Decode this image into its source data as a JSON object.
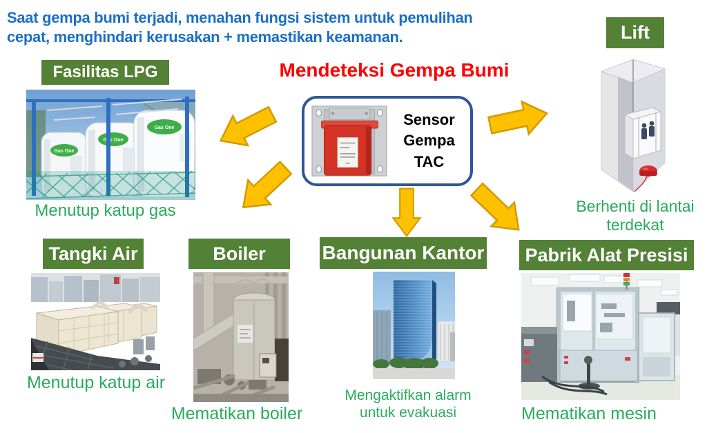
{
  "header": {
    "line1": "Saat gempa bumi terjadi, menahan fungsi sistem untuk pemulihan",
    "line2": "cepat, menghindari kerusakan + memastikan keamanan."
  },
  "title": "Mendeteksi Gempa Bumi",
  "sensor": {
    "line1": "Sensor",
    "line2": "Gempa",
    "line3": "TAC"
  },
  "facilities": {
    "lpg": {
      "label": "Fasilitas LPG",
      "caption": "Menutup katup gas"
    },
    "lift": {
      "label": "Lift",
      "caption_line1": "Berhenti di lantai",
      "caption_line2": "terdekat"
    },
    "tangki": {
      "label": "Tangki Air",
      "caption": "Menutup katup air"
    },
    "boiler": {
      "label": "Boiler",
      "caption": "Mematikan boiler"
    },
    "kantor": {
      "label": "Bangunan Kantor",
      "caption_line1": "Mengaktifkan alarm",
      "caption_line2": "untuk evakuasi"
    },
    "pabrik": {
      "label": "Pabrik Alat Presisi",
      "caption": "Mematikan mesin"
    }
  },
  "photos": {
    "lpg_tank_logo": "Gas One"
  },
  "colors": {
    "label_bg": "#538135",
    "caption_green": "#29ab5b",
    "heading_blue": "#1b6fc4",
    "title_red": "#ff0000",
    "arrow_fill": "#ffc000",
    "arrow_stroke": "#d29a00",
    "sensor_border": "#2f5597"
  }
}
